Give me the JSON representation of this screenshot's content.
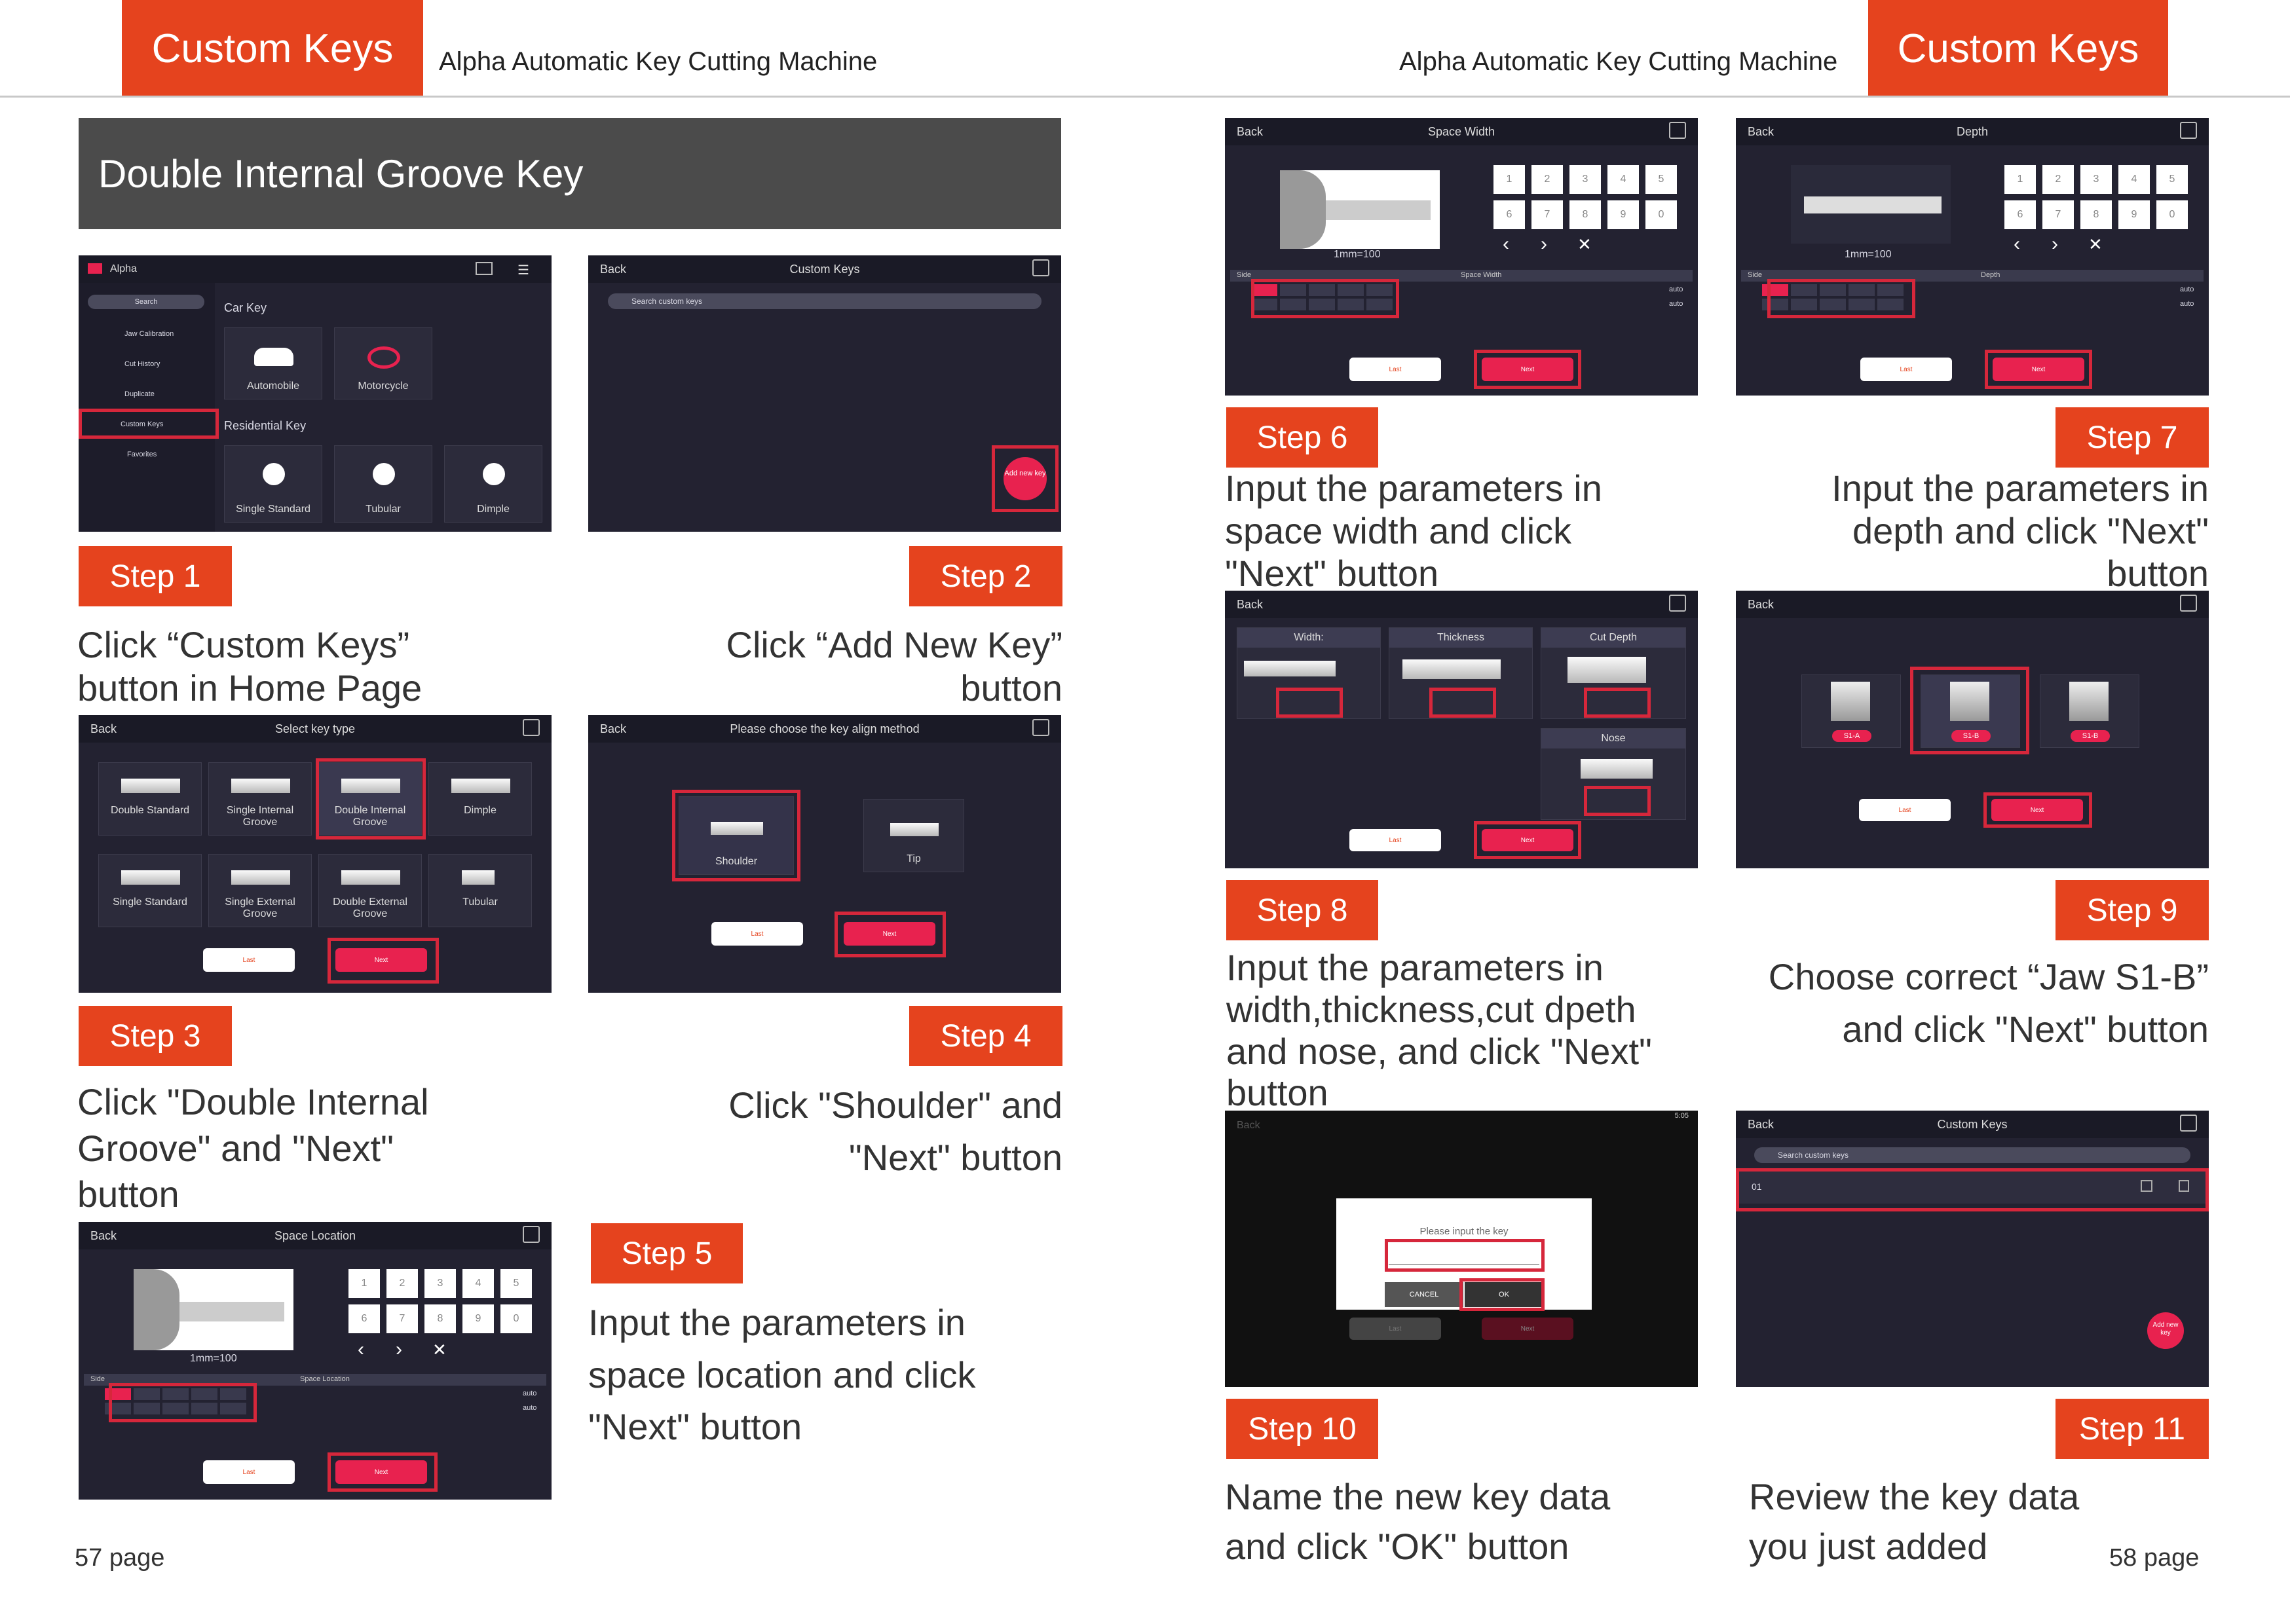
{
  "header": {
    "tab_left": "Custom Keys",
    "title_left": "Alpha Automatic Key Cutting Machine",
    "title_right": "Alpha Automatic Key Cutting Machine",
    "tab_right": "Custom Keys"
  },
  "banner": "Double Internal Groove Key",
  "steps": {
    "s1": {
      "label": "Step 1",
      "text": "Click “Custom Keys” button in Home Page"
    },
    "s2": {
      "label": "Step 2",
      "text": "Click “Add New Key” button"
    },
    "s3": {
      "label": "Step 3",
      "text": "Click \"Double Internal Groove\" and \"Next\" button"
    },
    "s4": {
      "label": "Step 4",
      "text": "Click \"Shoulder\" and \"Next\" button"
    },
    "s5": {
      "label": "Step 5",
      "text": "Input the parameters in space location and click \"Next\" button"
    },
    "s6": {
      "label": "Step 6",
      "text": "Input the parameters in space width and click \"Next\" button"
    },
    "s7": {
      "label": "Step 7",
      "text": "Input the parameters in depth and click \"Next\" button"
    },
    "s8": {
      "label": "Step 8",
      "text": "Input the parameters in width,thickness,cut dpeth and nose, and click \"Next\" button"
    },
    "s9": {
      "label": "Step 9",
      "text": "Choose correct “Jaw S1-B” and click \"Next\" button"
    },
    "s10": {
      "label": "Step 10",
      "text": "Name the new key data and click \"OK\" button"
    },
    "s11": {
      "label": "Step 11",
      "text": "Review the key data you just added"
    }
  },
  "pages": {
    "left": "57 page",
    "right": "58 page"
  },
  "ui": {
    "back": "Back",
    "last": "Last",
    "next": "Next",
    "scale": "1mm=100",
    "side": "Side",
    "auto": "auto",
    "home": {
      "app": "Alpha",
      "search": "Search",
      "menu": [
        "Jaw Calibration",
        "Cut History",
        "Duplicate",
        "Custom Keys",
        "Favorites"
      ],
      "car_key": "Car Key",
      "car_items": [
        "Automobile",
        "Motorcycle"
      ],
      "residential": "Residential Key",
      "res_items": [
        "Single Standard",
        "Tubular",
        "Dimple"
      ]
    },
    "custom_keys": "Custom Keys",
    "search_custom": "Search custom keys",
    "add_new_key": "Add new key",
    "select_key_type": "Select key type",
    "key_types": [
      "Double Standard",
      "Single Internal Groove",
      "Double Internal Groove",
      "Dimple",
      "Single Standard",
      "Single External Groove",
      "Double External Groove",
      "Tubular"
    ],
    "align_title": "Please choose the key align method",
    "shoulder": "Shoulder",
    "tip": "Tip",
    "space_location": "Space Location",
    "space_width": "Space Width",
    "depth": "Depth",
    "numpad": [
      "1",
      "2",
      "3",
      "4",
      "5",
      "6",
      "7",
      "8",
      "9",
      "0"
    ],
    "width": "Width:",
    "thickness": "Thickness",
    "cut_depth": "Cut Depth",
    "nose": "Nose",
    "jaws": [
      "S1-A",
      "S1-B",
      "S1-B"
    ],
    "dialog_prompt": "Please input the key",
    "cancel": "CANCEL",
    "ok": "OK",
    "status_time": "5:05",
    "saved_key": "01"
  },
  "colors": {
    "accent": "#e5431e",
    "screen_bg": "#232231",
    "highlight": "#d6273b",
    "next_btn": "#e8224f"
  }
}
